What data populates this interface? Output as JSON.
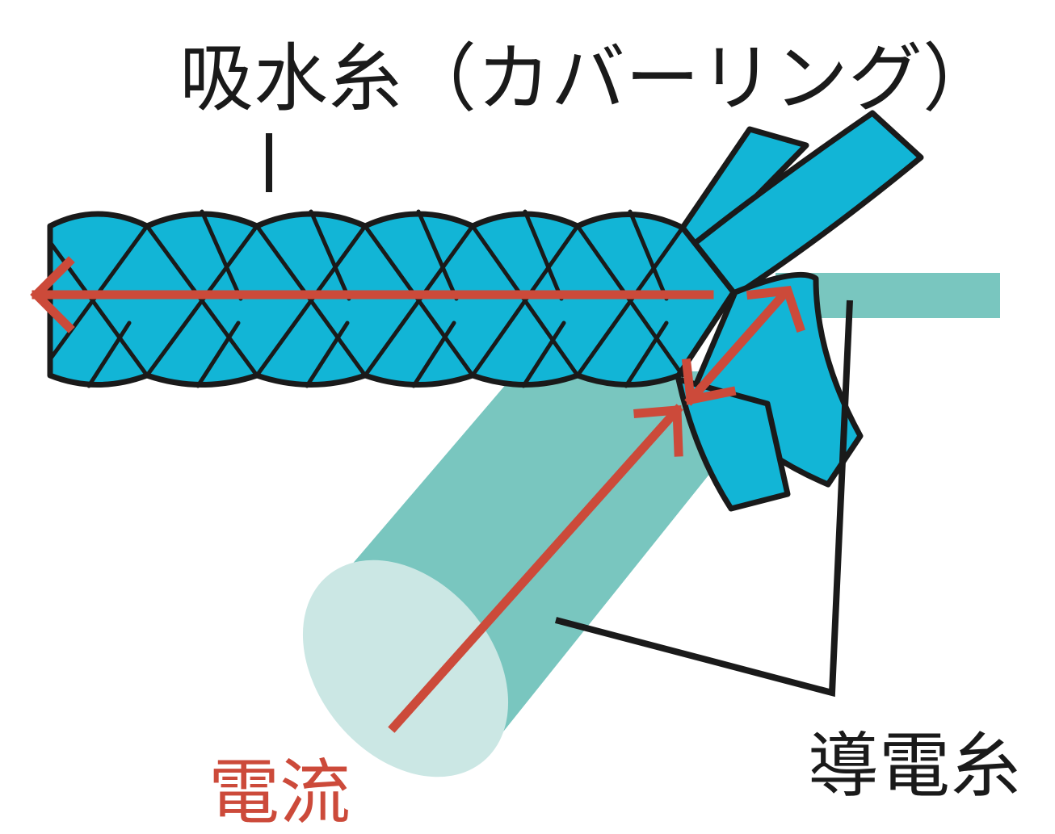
{
  "labels": {
    "absorbent_thread": "吸水糸（カバーリング）",
    "current": "電流",
    "conductive_thread": "導電糸"
  },
  "colors": {
    "braid": "#12b5d6",
    "conductor": "#79c6bf",
    "conductor_end": "#cbe7e4",
    "current": "#cc4a3a",
    "outline": "#1a1a1a",
    "text": "#1a1a1a"
  }
}
